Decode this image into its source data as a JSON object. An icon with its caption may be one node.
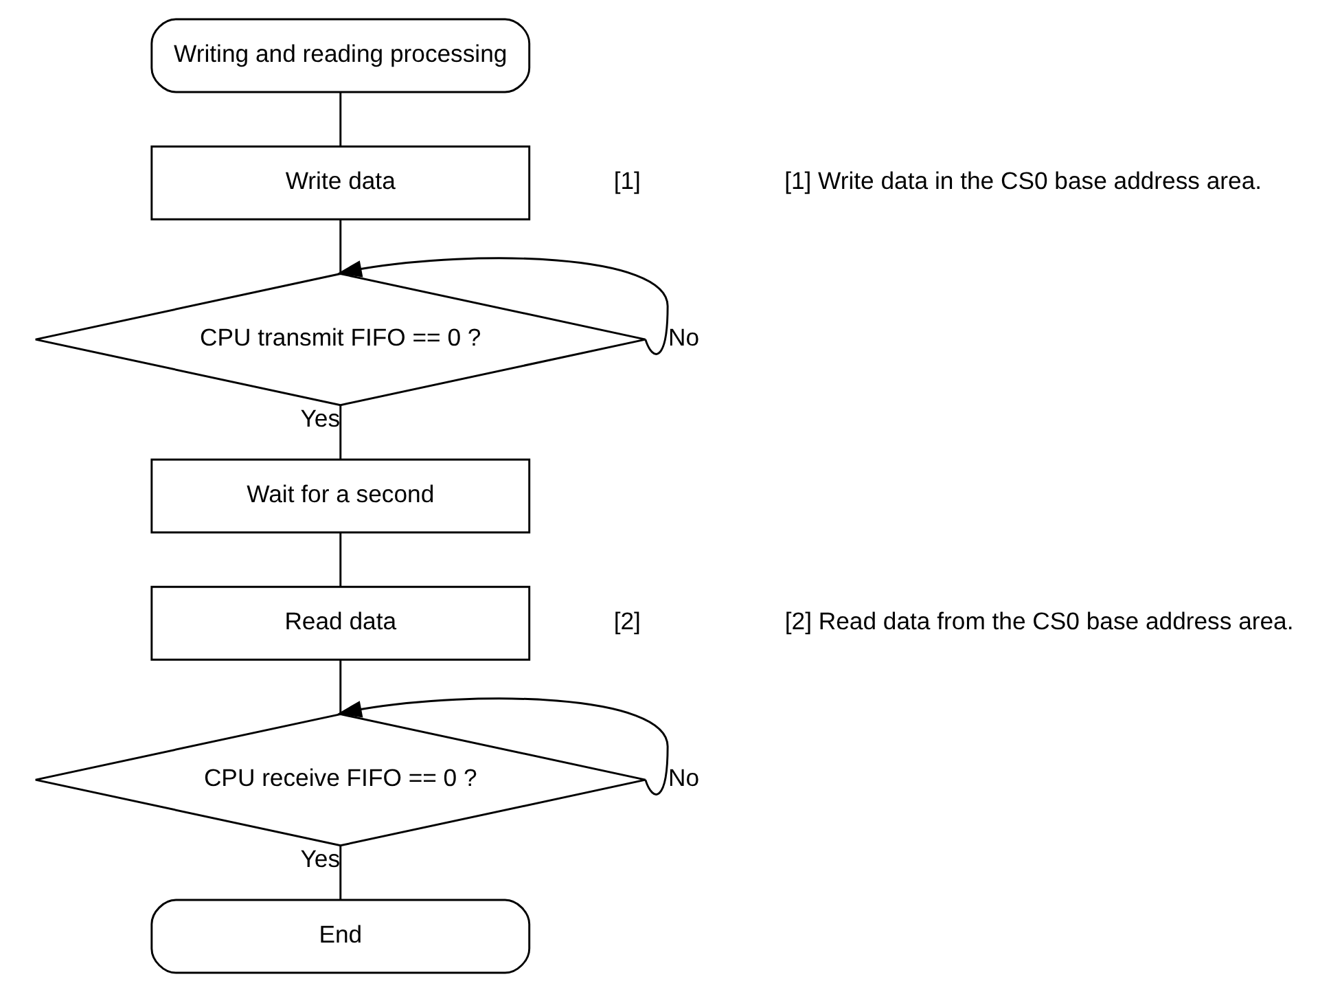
{
  "diagram": {
    "nodes": [
      {
        "text": [
          "Writing and reading processing"
        ]
      },
      {
        "text": [
          "Write data"
        ],
        "beside": [
          "[1]"
        ]
      },
      {
        "text": [
          "CPU transmit FIFO == 0 ?"
        ]
      },
      {
        "text": [
          "Wait for a second"
        ]
      },
      {
        "text": [
          "Read data"
        ],
        "beside": [
          "[2]"
        ]
      },
      {
        "text": [
          "CPU receive FIFO == 0 ?"
        ]
      },
      {
        "text": [
          "End"
        ]
      }
    ],
    "edges": [
      {
        "from": 0,
        "to": 1,
        "arrow": "none"
      },
      {
        "from": 1,
        "to": 2,
        "arrow": "none"
      },
      {
        "from": 2,
        "to": 2,
        "arrow": "to",
        "label": "No"
      },
      {
        "from": 2,
        "to": 3,
        "arrow": "none",
        "label": "Yes"
      },
      {
        "from": 3,
        "to": 4,
        "arrow": "none"
      },
      {
        "from": 4,
        "to": 5,
        "arrow": "none"
      },
      {
        "from": 5,
        "to": 5,
        "arrow": "to",
        "label": "No"
      },
      {
        "from": 5,
        "to": 6,
        "arrow": "none",
        "label": "Yes"
      }
    ],
    "labels": [
      "[1] Write data in the CS0 base address area.",
      "[2] Read data from the CS0 base address area."
    ]
  }
}
